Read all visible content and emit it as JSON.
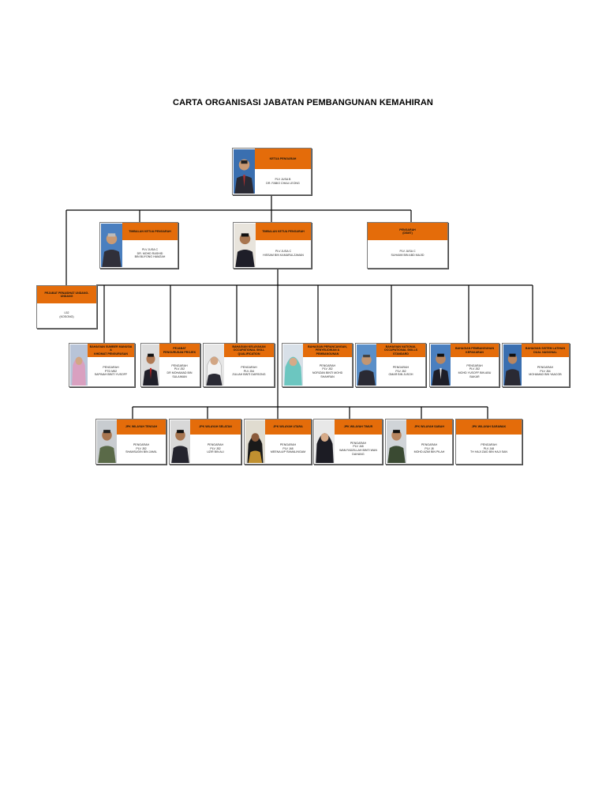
{
  "title": "CARTA ORGANISASI JABATAN PEMBANGUNAN KEMAHIRAN",
  "nodes": {
    "ketua": {
      "header": [
        "KETUA PENGARAH"
      ],
      "lines": [
        "PLV JUSA B",
        "DR. FABIO CHAU LEONG"
      ]
    },
    "tkp1": {
      "header": [
        "TIMBALAN KETUA PENGARAH"
      ],
      "lines": [
        "PLV JUSA C",
        "DR. MOHD RASHID",
        "BIN BUYONG HAMZAH"
      ]
    },
    "tkp2": {
      "header": [
        "TIMBALAN KETUA PENGARAH"
      ],
      "lines": [
        "PLV JUSA C",
        "HISSAM BIN KAMARULZAMAN"
      ]
    },
    "pengarah_dsmt": {
      "header": [
        "PENGARAH",
        "(DSMT)"
      ],
      "lines": [
        "PLV JUSA C",
        "SUHAIMI BIN ABD MAJID"
      ]
    },
    "pejabat_undang": {
      "header": [
        "PEJABAT PENASIHAT UNDANG-",
        "UNDANG"
      ],
      "lines": [
        "L52",
        "(KOSONG)"
      ]
    },
    "bahagian_sumber": {
      "header": [
        "BAHAGIAN SUMBER MANUSIA &",
        "KHIDMAT PENGURUSAN"
      ],
      "lines": [
        "PENGARAH",
        "PTD M52",
        "SAPINAH BINTI YUSOFF"
      ]
    },
    "pejabat_projek": {
      "header": [
        "PEJABAT",
        "PENGURUSAN PROJEK"
      ],
      "lines": [
        "PENGARAH",
        "PLV J52",
        "DR MOHAMAD BIN",
        "SULAIMAN"
      ]
    },
    "bahagian_skill": {
      "header": [
        "BAHAGIAN KELAYAKAN",
        "OCCUPATIONAL SKILL",
        "QUALIFICATION"
      ],
      "lines": [
        "PENGARAH",
        "PLV J54",
        "ZULIAH BINTI DARSONG"
      ]
    },
    "bahagian_penyelidikan": {
      "header": [
        "BAHAGIAN PERANCANGAN,",
        "PENYELIDIKAN &",
        "PEMBANGUNAN"
      ],
      "lines": [
        "PENGARAH",
        "PLV J52",
        "NORIZAN BINTI MOHD",
        "SHAHRAN"
      ]
    },
    "bahagian_standard": {
      "header": [
        "BAHAGIAN NATIONAL",
        "OCCUPATIONAL SKILLS",
        "STANDARD"
      ],
      "lines": [
        "PENGARAH",
        "PLV J52",
        "OMAR BIN JUSOH"
      ]
    },
    "bahagian_kepakaran": {
      "header": [
        "BAHAGIAN PEMBANGUNAN",
        "KEPAKARAN"
      ],
      "lines": [
        "PENGARAH",
        "PLV J52",
        "MOHD YUSOFF BIN ABU",
        "BAKAR"
      ]
    },
    "bahagian_dual": {
      "header": [
        "BAHAGIAN SISTEM LATIHAN",
        "DUAL NASIONAL"
      ],
      "lines": [
        "PENGARAH",
        "PLV J54",
        "MOHAMAD BIN YAACOB"
      ]
    },
    "jpk_tengah": {
      "header": [
        "JPK WILAYAH TENGAH"
      ],
      "lines": [
        "PENGARAH",
        "PLV J52",
        "SHAMSUDIN BIN JAMIL"
      ]
    },
    "jpk_selatan": {
      "header": [
        "JPK WILAYAH SELATAN"
      ],
      "lines": [
        "PENGARAH",
        "PLV J52",
        "UZIR BIN ALI"
      ]
    },
    "jpk_utara": {
      "header": [
        "JPK WILAYAH UTARA"
      ],
      "lines": [
        "PENGARAH",
        "PLV J48",
        "MEENA A/P RAMALINGAM"
      ]
    },
    "jpk_timur": {
      "header": [
        "JPK WILAYAH TIMUR"
      ],
      "lines": [
        "PENGARAH",
        "PLV J48",
        "WAN FADZILLAH BINTI WAN DAHANG"
      ]
    },
    "jpk_sabah": {
      "header": [
        "JPK WILAYAH SABAH"
      ],
      "lines": [
        "PENGARAH",
        "PLV J8",
        "MOHD AZMI BIN PILAH"
      ]
    },
    "jpk_sarawak": {
      "header": [
        "JPK WILAYAH SARAWAK"
      ],
      "lines": [
        "PENGARAH",
        "PLV J48",
        "TH HAJI ZAID BIN HAJI SAN"
      ]
    }
  },
  "colors": {
    "header": "#e46c0a",
    "connector": "#000000"
  }
}
